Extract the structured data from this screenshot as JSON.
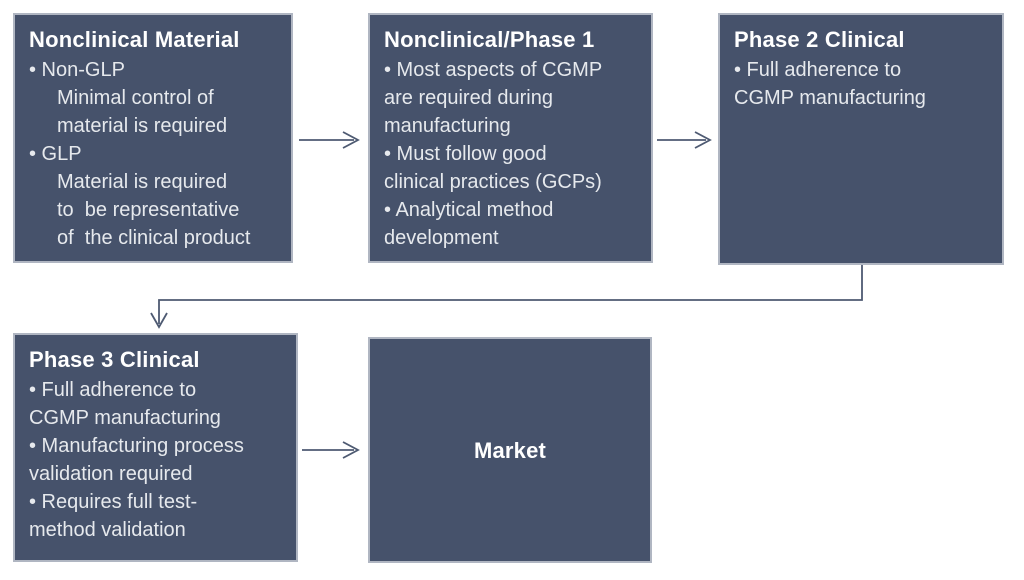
{
  "theme": {
    "background": "#ffffff",
    "box_fill": "#46526b",
    "box_border": "#b0b6c2",
    "arrow_color": "#4e5a72",
    "body_text_color": "#e6e9ed",
    "title_text_color": "#ffffff"
  },
  "boxes": {
    "nonclinical_material": {
      "title": "Nonclinical Material",
      "lines": [
        "• Non-GLP",
        "Minimal control of",
        "material is required",
        "• GLP",
        "Material is required",
        "to  be representative",
        "of  the clinical product"
      ]
    },
    "nonclinical_phase1": {
      "title": "Nonclinical/Phase 1",
      "lines": [
        "• Most aspects of CGMP",
        "are required during",
        "manufacturing",
        "• Must follow good",
        "clinical practices (GCPs)",
        "• Analytical method",
        "development"
      ]
    },
    "phase2_clinical": {
      "title": "Phase 2 Clinical",
      "lines": [
        "• Full adherence to",
        "CGMP manufacturing"
      ]
    },
    "phase3_clinical": {
      "title": "Phase 3 Clinical",
      "lines": [
        "• Full adherence to",
        "CGMP manufacturing",
        "• Manufacturing process",
        "validation required",
        "• Requires full test-",
        "method validation"
      ]
    },
    "market": {
      "title": "Market"
    }
  }
}
